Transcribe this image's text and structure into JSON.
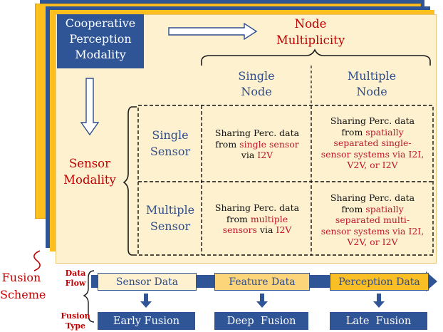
{
  "modality_box": {
    "line1": "Cooperative",
    "line2": "Perception",
    "line3": "Modality"
  },
  "node_multiplicity": {
    "line1": "Node",
    "line2": "Multiplicity"
  },
  "sensor_modality": {
    "line1": "Sensor",
    "line2": "Modality"
  },
  "columns": [
    {
      "line1": "Single",
      "line2": "Node"
    },
    {
      "line1": "Multiple",
      "line2": "Node"
    }
  ],
  "rows": [
    {
      "line1": "Single",
      "line2": "Sensor"
    },
    {
      "line1": "Multiple",
      "line2": "Sensor"
    }
  ],
  "cells": {
    "single_single": {
      "l1": "Sharing Perc. data",
      "l2a": "from ",
      "l2b": "single sensor",
      "l3a": "via ",
      "l3b": "I2V"
    },
    "single_multiple": {
      "l1": "Sharing Perc. data",
      "l2a": "from ",
      "l2b": "spatially",
      "l3": "separated single-",
      "l4a": "sensor systems via ",
      "l4b": "I2I,",
      "l5": "V2V, or I2V"
    },
    "multiple_single": {
      "l1": "Sharing Perc. data",
      "l2a": "from ",
      "l2b": "multiple",
      "l3a": "sensors",
      "l3b": " via ",
      "l3c": "I2V"
    },
    "multiple_multiple": {
      "l1": "Sharing Perc. data",
      "l2a": "from ",
      "l2b": "spatially",
      "l3": "separated multi-",
      "l4a": "sensor systems via ",
      "l4b": "I2I,",
      "l5": "V2V, or I2V"
    }
  },
  "fusion_scheme": {
    "line1": "Fusion",
    "line2": "Scheme"
  },
  "data_flow": {
    "line1": "Data",
    "line2": "Flow"
  },
  "fusion_type": {
    "line1": "Fusion",
    "line2": "Type"
  },
  "data_stages": [
    "Sensor Data",
    "Feature Data",
    "Perception Data"
  ],
  "fusion_stages": [
    "Early Fusion",
    "Deep  Fusion",
    "Late  Fusion"
  ],
  "colors": {
    "navy": "#2f5597",
    "gold": "#fcbf1e",
    "cream": "#fdf1d0",
    "red": "#c00000"
  }
}
